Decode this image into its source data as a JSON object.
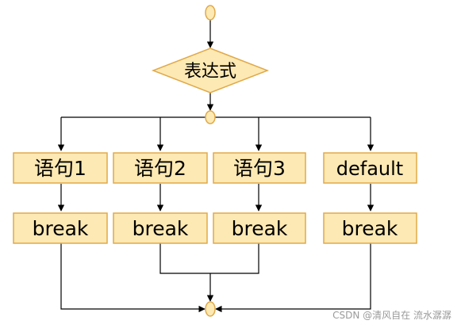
{
  "diagram": {
    "type": "switch-case flowchart",
    "colors": {
      "fill": "#fde9b3",
      "stroke": "#e0a94a",
      "line": "#000000",
      "text": "#000000"
    },
    "decision": {
      "label": "表达式"
    },
    "cases": [
      {
        "label": "语句1",
        "break_label": "break"
      },
      {
        "label": "语句2",
        "break_label": "break"
      },
      {
        "label": "语句3",
        "break_label": "break"
      },
      {
        "label": "default",
        "break_label": "break"
      }
    ],
    "edges": [
      [
        "start-oval",
        "decision-diamond"
      ],
      [
        "decision-diamond",
        "branch-oval"
      ],
      [
        "branch-oval",
        "case-1"
      ],
      [
        "branch-oval",
        "case-2"
      ],
      [
        "branch-oval",
        "case-3"
      ],
      [
        "branch-oval",
        "case-default"
      ],
      [
        "case-1",
        "break-1"
      ],
      [
        "case-2",
        "break-2"
      ],
      [
        "case-3",
        "break-3"
      ],
      [
        "case-default",
        "break-default"
      ],
      [
        "break-1",
        "end-oval"
      ],
      [
        "break-2",
        "end-oval"
      ],
      [
        "break-3",
        "end-oval"
      ],
      [
        "break-default",
        "end-oval"
      ]
    ]
  },
  "watermark": "CSDN @清风自在 流水潺潺"
}
